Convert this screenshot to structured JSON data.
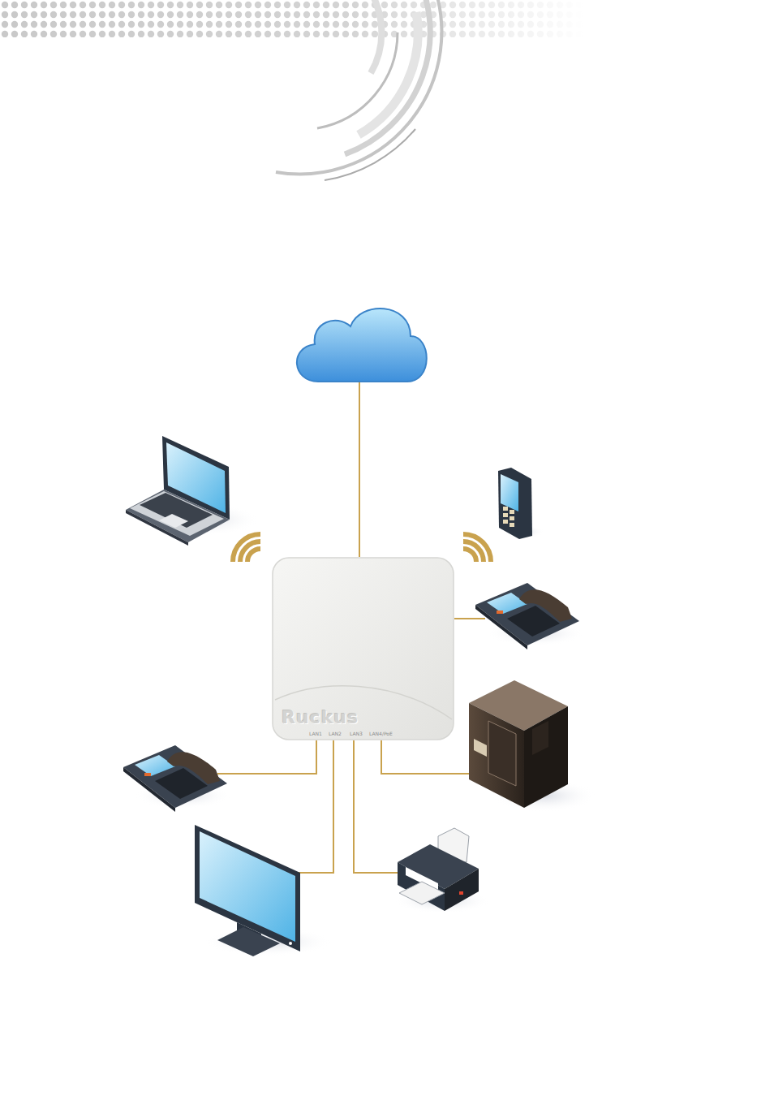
{
  "diagram": {
    "nodes": [
      {
        "text": [
          "Ruckus",
          "LAN1",
          "LAN2",
          "LAN3",
          "LAN4/PoE"
        ]
      }
    ]
  }
}
